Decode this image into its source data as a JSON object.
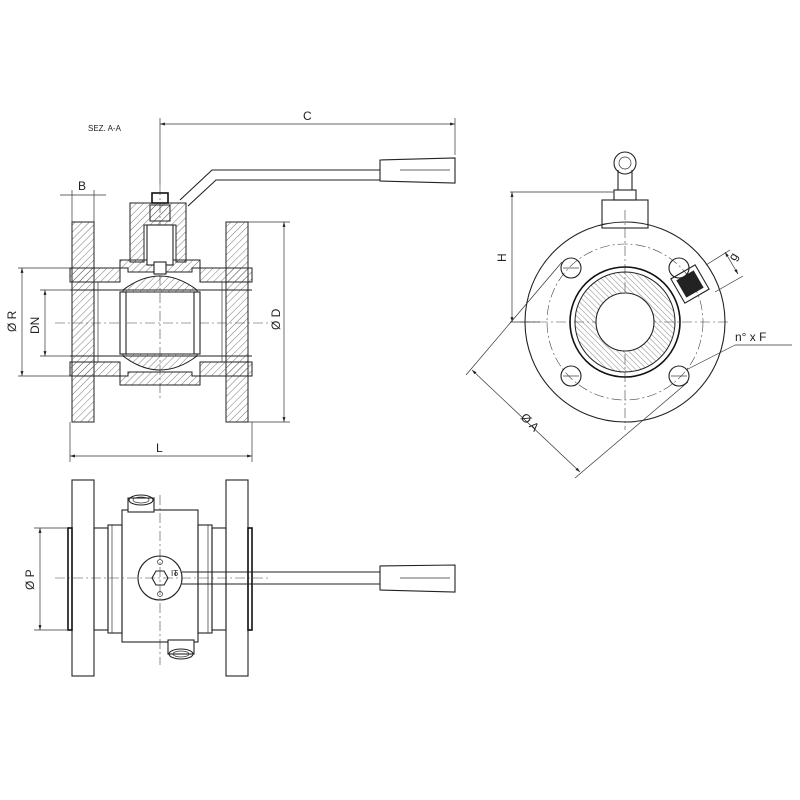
{
  "section_label": "SEZ. A-A",
  "dimensions": {
    "C": "C",
    "B": "B",
    "R": "Ø R",
    "DN": "DN",
    "D": "Ø D",
    "L": "L",
    "P": "Ø P",
    "H": "H",
    "g": "g",
    "nxF": "n° x F",
    "A": "Ø A"
  }
}
